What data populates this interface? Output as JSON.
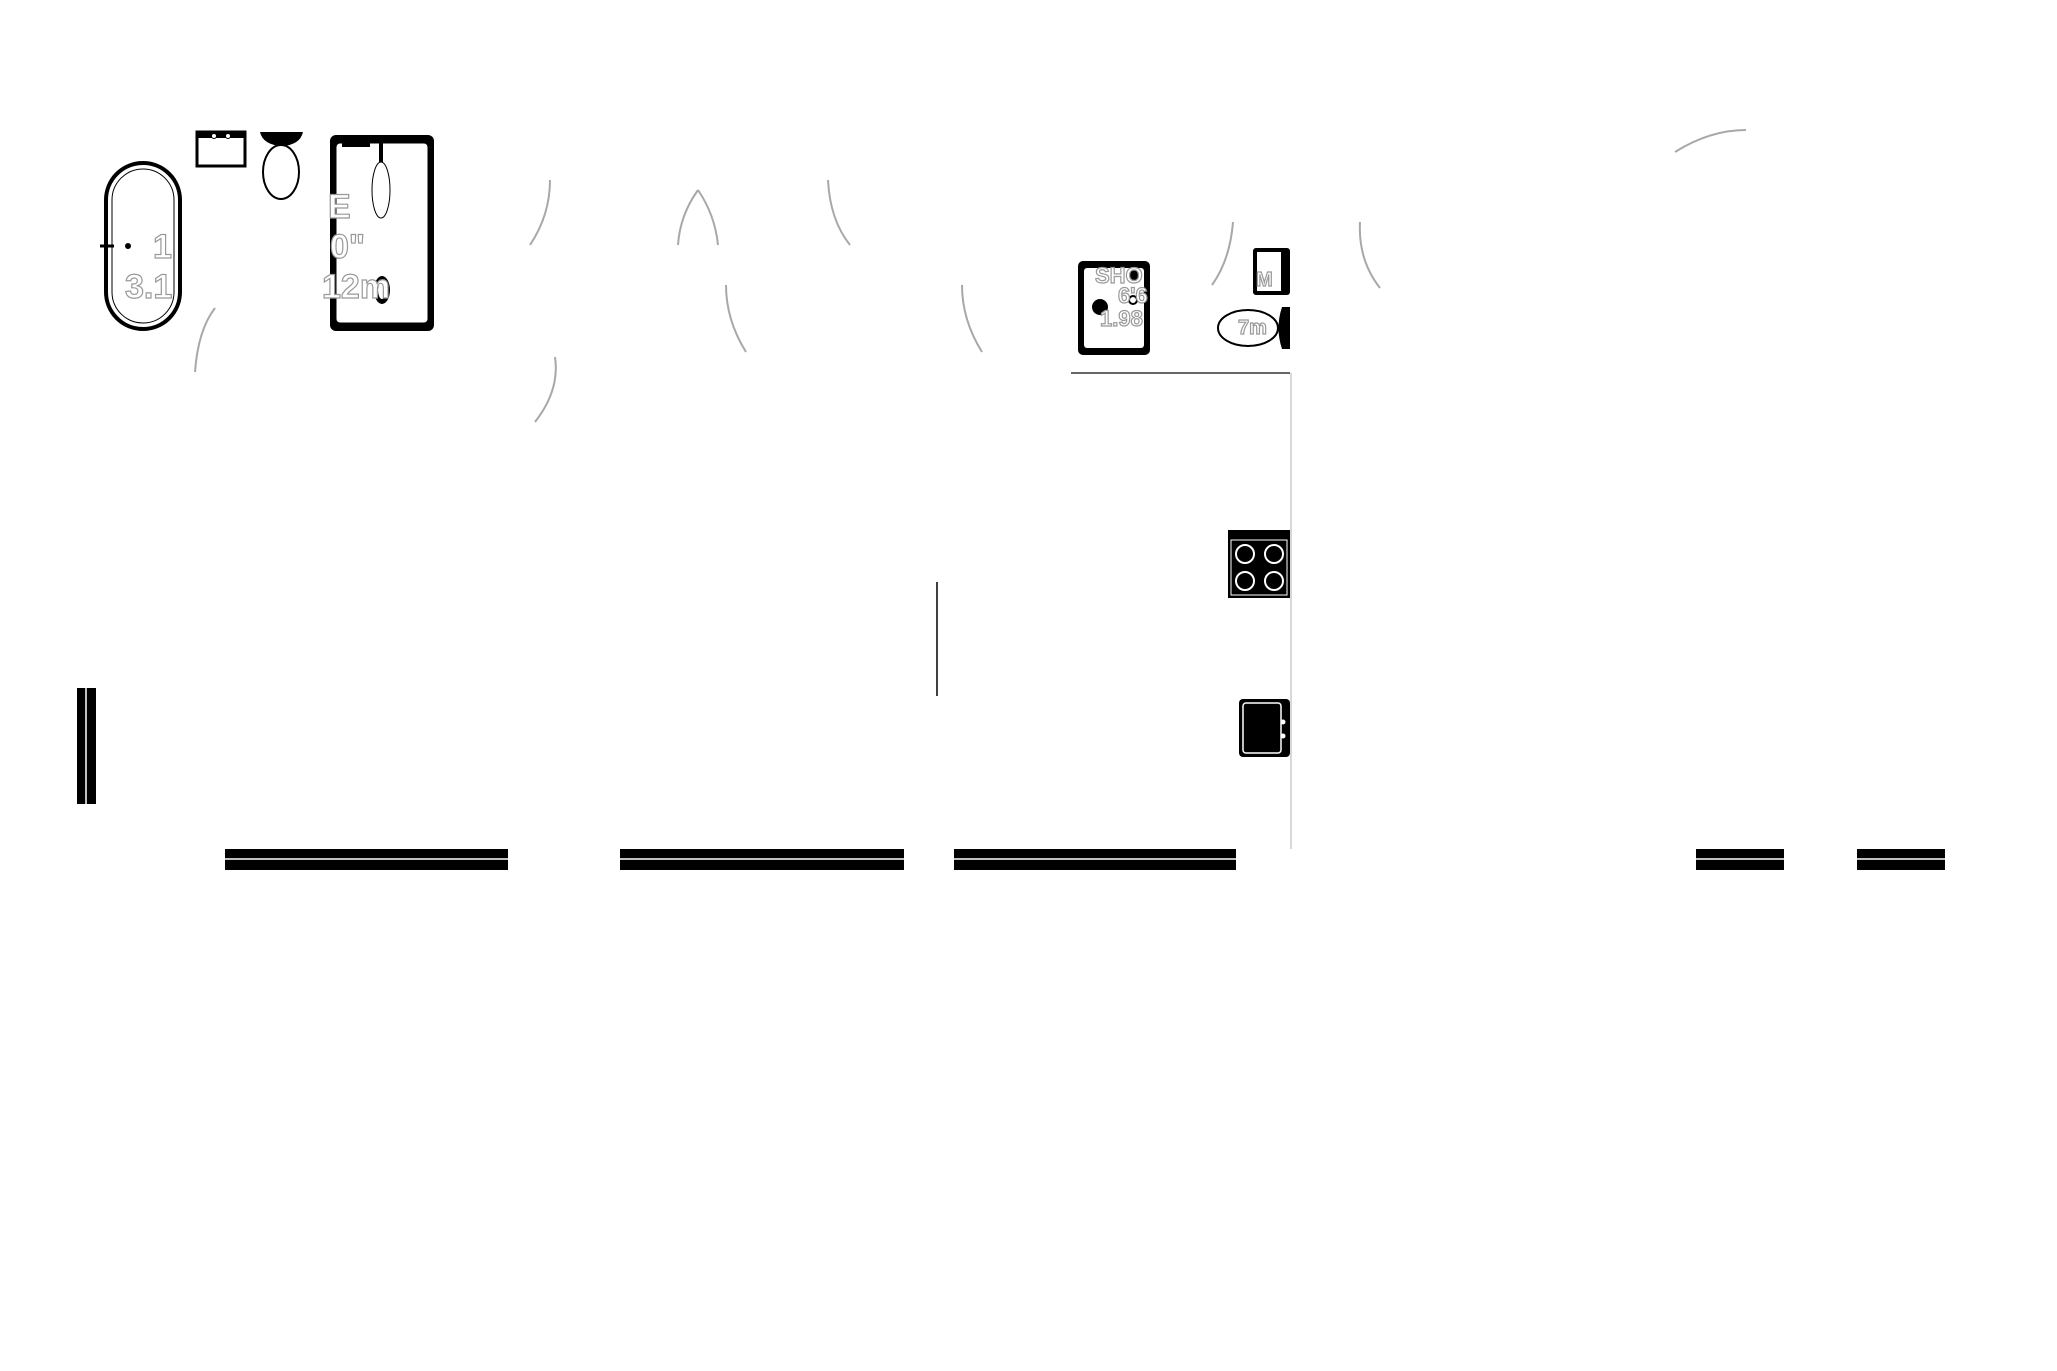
{
  "labels": {
    "bath_dim_1": "1",
    "bath_dim_2": "3.1",
    "bath_room_letter": "E",
    "bath_room_ft": "0\"",
    "bath_room_m": "12m",
    "shower_label": "SHO",
    "shower_ft": "6'6",
    "shower_m": "1.98",
    "small_room_letter": "M",
    "small_room_m": "7m"
  },
  "colors": {
    "wall": "#000000",
    "door_arc": "#a0a0a0",
    "background": "#ffffff"
  }
}
